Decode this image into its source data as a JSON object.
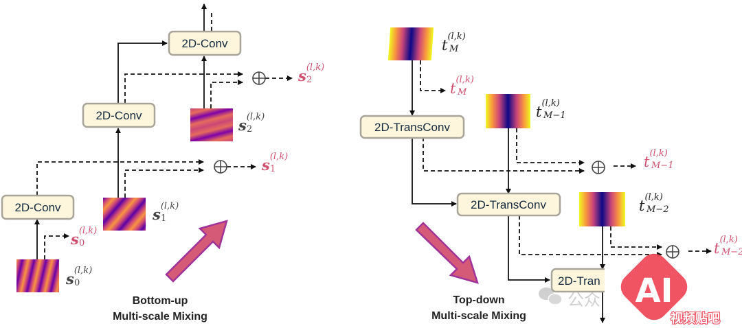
{
  "bottom_up": {
    "caption_line1": "Bottom-up",
    "caption_line2": "Multi-scale Mixing",
    "conv_label": "2D-Conv",
    "inputs": [
      {
        "base": "s",
        "sub": "0",
        "sup": "(l,k)"
      },
      {
        "base": "s",
        "sub": "1",
        "sup": "(l,k)"
      },
      {
        "base": "s",
        "sub": "2",
        "sup": "(l,k)"
      }
    ],
    "outputs": [
      {
        "base": "s",
        "sub": "0",
        "sup": "(l,k)"
      },
      {
        "base": "s",
        "sub": "1",
        "sup": "(l,k)"
      },
      {
        "base": "s",
        "sub": "2",
        "sup": "(l,k)"
      }
    ]
  },
  "top_down": {
    "caption_line1": "Top-down",
    "caption_line2": "Multi-scale Mixing",
    "transconv_label": "2D-TransConv",
    "transconv_clipped_label": "2D-Tran",
    "inputs": [
      {
        "base": "t",
        "sub": "M",
        "sup": "(l,k)"
      },
      {
        "base": "t",
        "sub": "M−1",
        "sup": "(l,k)"
      },
      {
        "base": "t",
        "sub": "M−2",
        "sup": "(l,k)"
      }
    ],
    "outputs": [
      {
        "base": "t",
        "sub": "M",
        "sup": "(l,k)"
      },
      {
        "base": "t",
        "sub": "M−1",
        "sup": "(l,k)"
      },
      {
        "base": "t",
        "sub": "M−2",
        "sup": "(l,k)"
      }
    ]
  },
  "watermark": {
    "wechat_text": "公众",
    "logo_text": "AI",
    "logo_subtext": "视频贴吧"
  },
  "colors": {
    "output_label": "#d0506e",
    "box_fill": "#fdf6dc",
    "arrow": "#d55a78",
    "arrow_border": "#a0339a",
    "logo": "#ef4a5a"
  }
}
